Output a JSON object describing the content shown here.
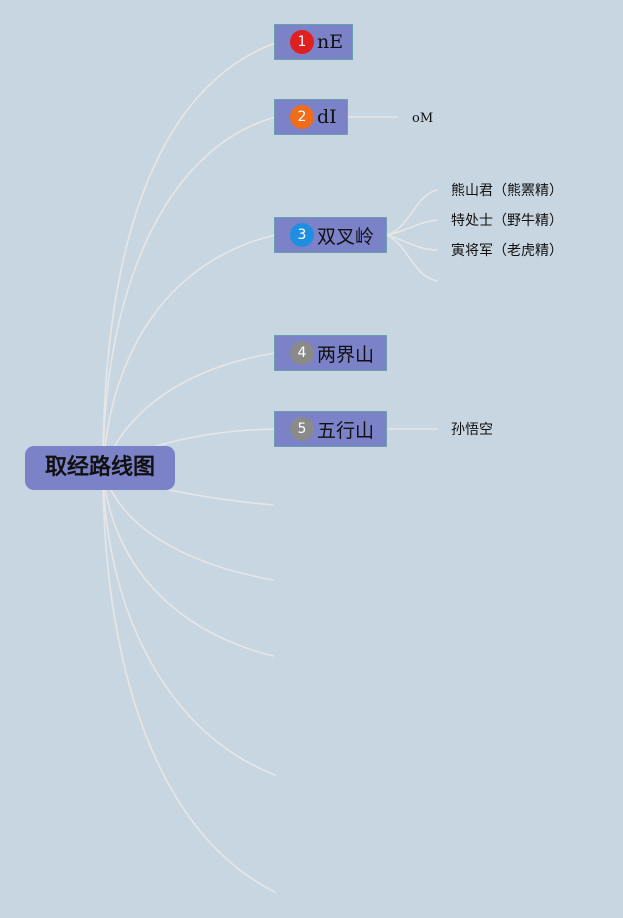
{
  "root": {
    "label": "取经路线图"
  },
  "nodes": [
    {
      "badge": "1",
      "label": "nE",
      "badge_color": "#e02020"
    },
    {
      "badge": "2",
      "label": "dI",
      "badge_color": "#ef6c1a"
    },
    {
      "badge": "3",
      "label": "双叉岭",
      "badge_color": "#1e8fe0"
    },
    {
      "badge": "4",
      "label": "两界山",
      "badge_color": "#8a8a8a"
    },
    {
      "badge": "5",
      "label": "五行山",
      "badge_color": "#8a8a8a"
    }
  ],
  "leaves": {
    "dI_child": "oM",
    "shuangchaling": [
      "熊山君（熊罴精）",
      "特处士（野牛精）",
      "寅将军（老虎精）"
    ],
    "wuxingshan_child": "孙悟空"
  },
  "colors": {
    "background": "#c8d6e2",
    "node_fill": "#7b82c8",
    "edge": "#e6e6e6"
  }
}
